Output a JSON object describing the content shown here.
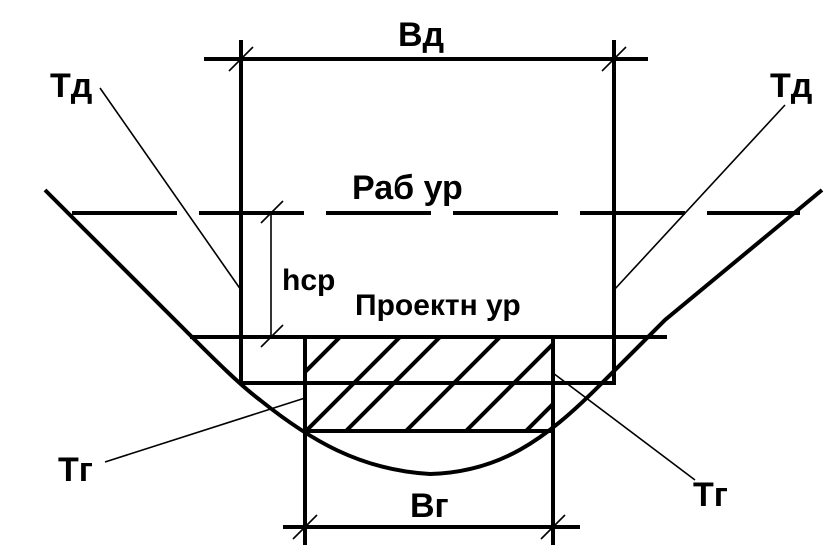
{
  "labels": {
    "bd": "Вд",
    "td_left": "Тд",
    "td_right": "Тд",
    "rab_ur": "Раб ур",
    "hcp": "hcp",
    "proektn_ur": "Проектн ур",
    "tg_left": "Тг",
    "tg_right": "Тг",
    "bg": "Вг"
  }
}
